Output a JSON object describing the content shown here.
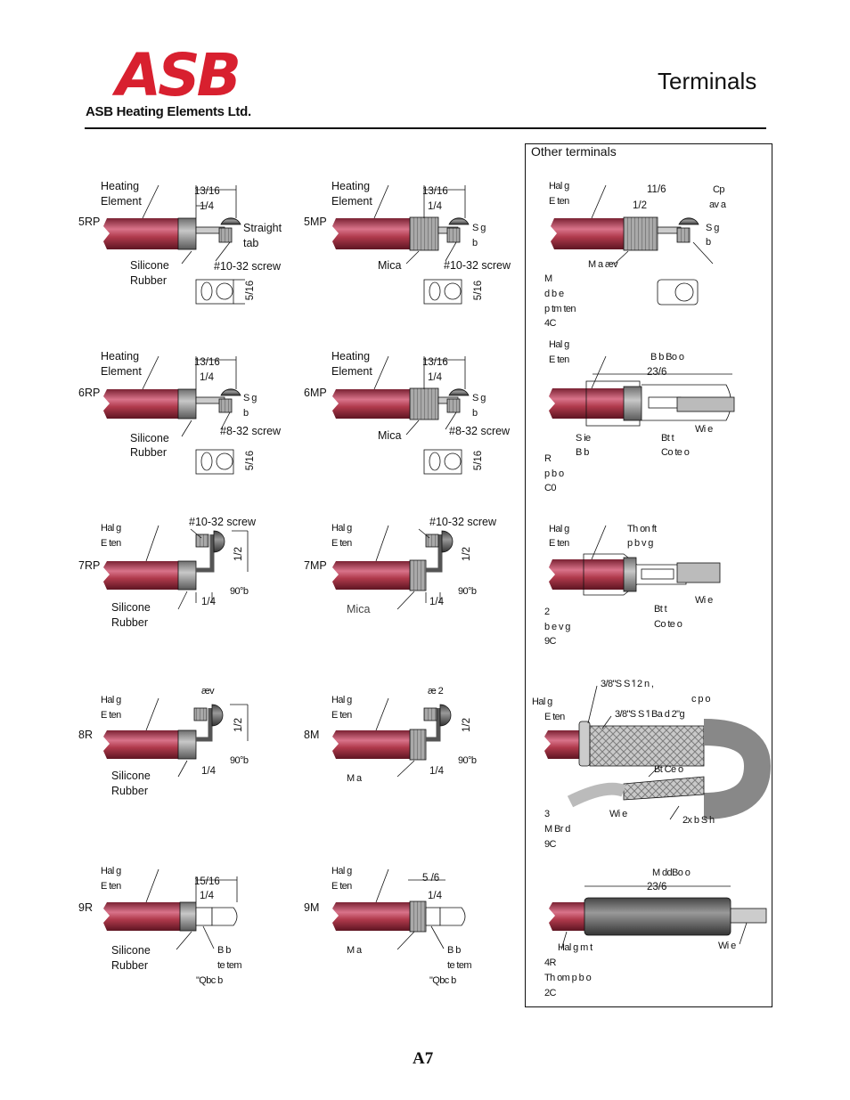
{
  "header": {
    "logo_text": "ASB",
    "company": "ASB Heating Elements Ltd.",
    "title": "Terminals"
  },
  "footer": {
    "page_number": "A7"
  },
  "colors": {
    "logo": "#d8202f",
    "element_red": "#b03a4c",
    "sleeve_grey": "#9a9a9a"
  },
  "terminals": {
    "t5rp": {
      "code": "5RP",
      "label_heating": "Heating",
      "label_element": "Element",
      "dim_a": "13/16",
      "dim_b": "1/4",
      "label_tab1": "Straight",
      "label_tab2": "tab",
      "label_s1": "Silicone",
      "label_s2": "Rubber",
      "label_screw": "#10-32 screw",
      "dim_c": "5/16"
    },
    "t5mp": {
      "code": "5MP",
      "label_heating": "Heating",
      "label_element": "Element",
      "dim_a": "13/16",
      "dim_b": "1/4",
      "label_r1": "S  g",
      "label_r2": "b",
      "label_mica": "Mica",
      "label_screw": "#10-32 screw",
      "dim_c": "5/16"
    },
    "t6rp": {
      "code": "6RP",
      "label_heating": "Heating",
      "label_element": "Element",
      "dim_a": "13/16",
      "dim_b": "1/4",
      "label_r1": "S  g",
      "label_r2": "b",
      "label_s1": "Silicone",
      "label_s2": "Rubber",
      "label_screw": "#8-32 screw",
      "dim_c": "5/16"
    },
    "t6mp": {
      "code": "6MP",
      "label_heating": "Heating",
      "label_element": "Element",
      "dim_a": "13/16",
      "dim_b": "1/4",
      "label_r1": "S  g",
      "label_r2": "b",
      "label_mica": "Mica",
      "label_screw": "#8-32 screw",
      "dim_c": "5/16"
    },
    "t7rp": {
      "code": "7RP",
      "label_h": "Hal   g",
      "label_e": "E  ten",
      "label_screw": "#10-32 screw",
      "dim_v": "1/2",
      "dim_b": "1/4",
      "label_deg": "90°b",
      "label_s1": "Silicone",
      "label_s2": "Rubber"
    },
    "t7mp": {
      "code": "7MP",
      "label_h": "Hal   g",
      "label_e": "E  ten",
      "label_screw": "#10-32 screw",
      "dim_v": "1/2",
      "dim_b": "1/4",
      "label_deg": "90°b",
      "label_mica": "Mica"
    },
    "t8r": {
      "code": "8R",
      "label_h": "Hal   g",
      "label_e": "E  ten",
      "label_top": "æv",
      "dim_v": "1/2",
      "dim_b": "1/4",
      "label_deg": "90°b",
      "label_s1": "Silicone",
      "label_s2": "Rubber"
    },
    "t8m": {
      "code": "8M",
      "label_h": "Hal   g",
      "label_e": "E  ten",
      "label_top": "æ  2",
      "dim_v": "1/2",
      "dim_b": "1/4",
      "label_deg": "90°b",
      "label_mica": "M    a"
    },
    "t9r": {
      "code": "9R",
      "label_h": "Hal   g",
      "label_e": "E  ten",
      "dim_a": "15/16",
      "dim_b": "1/4",
      "label_s1": "Silicone",
      "label_s2": "Rubber",
      "label_q1": "B    b",
      "label_q2": "te  tem",
      "label_q3": "\"Qbc      b"
    },
    "t9m": {
      "code": "9M",
      "label_h": "Hal   g",
      "label_e": "E  ten",
      "dim_a": "5  /6",
      "dim_b": "1/4",
      "label_mica": "M    a",
      "label_q1": "B    b",
      "label_q2": "te  tem",
      "label_q3": "\"Qbc      b"
    }
  },
  "other": {
    "title": "Other terminals",
    "o1": {
      "label_h": "Hal   g",
      "label_e": "E  ten",
      "dim_a": "11/6",
      "dim_b": "1/2",
      "label_c1": "Cp",
      "label_c2": "av    a",
      "label_r1": "S  g",
      "label_r2": "b",
      "label_mica": "M    a        æv",
      "g1": "M",
      "g2": "d   b                 e",
      "g3": "p    tm             ten",
      "g4": "4C"
    },
    "o2": {
      "label_h": "Hal   g",
      "label_e": "E  ten",
      "label_top": "B      b     Bo  o",
      "dim": "23/6",
      "label_s1": "S  ie",
      "label_s2": "B     b",
      "label_bt1": "Bt  t",
      "label_bt2": "Co   te      o",
      "label_wire": "Wi  e",
      "g1": "R",
      "g2": "p  b                   o",
      "g3": "C0"
    },
    "o3": {
      "label_h": "Hal   g",
      "label_e": "E  ten",
      "label_t1": "Th   on    ft",
      "label_t2": "p  b                  v  g",
      "label_bt1": "Bt  t",
      "label_bt2": "Co   te      o",
      "label_wire": "Wi  e",
      "g1": "2",
      "g2": "b  e                v  g",
      "g3": "9C"
    },
    "o4": {
      "label_h": "Hal   g",
      "label_e": "E  ten",
      "label_top1": "3/8\"S   S   'l 2  n                   ,",
      "label_top1b": "c   p  o",
      "label_top2": "3/8\"S   S   'l  Ba  d 2\"g",
      "label_bt": "Bt  Ce              o",
      "label_wire": "Wi  e",
      "label_2x": "2x  b     S      h",
      "g1": "3",
      "g2": "M    Br     d",
      "g3": "9C"
    },
    "o5": {
      "label_top": "M     ddBo    o",
      "dim": "23/6",
      "label_h": "Hal  g     m                t",
      "label_wire": "Wi  e",
      "g1": "4R",
      "g2": "Th  om    p  b                o",
      "g3": "2C"
    }
  }
}
